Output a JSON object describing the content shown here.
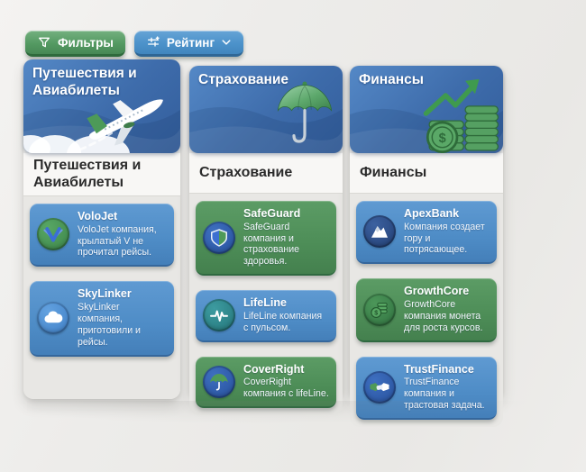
{
  "toolbar": {
    "filters_label": "Фильтры",
    "filters_icon": "funnel-icon",
    "rating_label": "Рейтинг",
    "rating_icon": "sliders-icon",
    "rating_chevron": "chevron-down-icon"
  },
  "columns": [
    {
      "hero_title": "Путешествия и Авиабилеты",
      "hero_icon": "airplane-illustration",
      "section_title": "Путешествия и Авиабилеты",
      "items": [
        {
          "name": "VoloJet",
          "desc": "VoloJet компания, крылатый V не прочитал рейсы.",
          "icon": "winged-v-icon",
          "color": "blue"
        },
        {
          "name": "SkyLinker",
          "desc": "SkyLinker компания, приготовили и рейсы.",
          "icon": "cloud-icon",
          "color": "blue"
        }
      ]
    },
    {
      "hero_title": "Страхование",
      "hero_icon": "umbrella-illustration",
      "section_title": "Страхование",
      "items": [
        {
          "name": "SafeGuard",
          "desc": "SafeGuard компания и страхование здоровья.",
          "icon": "shield-icon",
          "color": "green"
        },
        {
          "name": "LifeLine",
          "desc": "LifeLine компания с пульсом.",
          "icon": "pulse-icon",
          "color": "blue"
        },
        {
          "name": "CoverRight",
          "desc": "CoverRight компания с lifeLine.",
          "icon": "umbrella-icon",
          "color": "green"
        }
      ]
    },
    {
      "hero_title": "Финансы",
      "hero_icon": "coins-growth-illustration",
      "section_title": "Финансы",
      "items": [
        {
          "name": "ApexBank",
          "desc": "Компания создает гору и потрясающее.",
          "icon": "mountain-icon",
          "color": "blue"
        },
        {
          "name": "GrowthCore",
          "desc": "GrowthCore компания монета для роста курсов.",
          "icon": "coins-icon",
          "color": "green"
        },
        {
          "name": "TrustFinance",
          "desc": "TrustFinance компания и трастовая задача.",
          "icon": "handshake-icon",
          "color": "blue"
        }
      ]
    }
  ],
  "colors": {
    "background": "#edecea",
    "button_green": "#549a62",
    "button_blue": "#4c92ca",
    "hero_blue": "#3e6cab",
    "card_blue": "#4e8cc6",
    "card_green": "#4d8d57",
    "section_title_text": "#2b2b2b"
  }
}
